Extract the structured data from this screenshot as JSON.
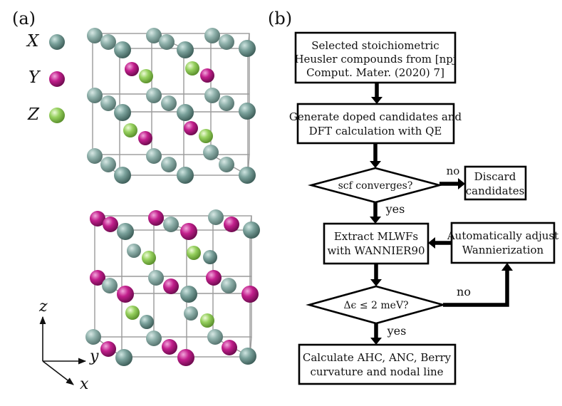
{
  "panel_labels": {
    "a": "(a)",
    "b": "(b)"
  },
  "legend": [
    {
      "symbol": "X",
      "color": "#5f8a84",
      "highlight": "#a9ccc6"
    },
    {
      "symbol": "Y",
      "color": "#b0187e",
      "highlight": "#e27cc5"
    },
    {
      "symbol": "Z",
      "color": "#7fc24a",
      "highlight": "#d3f0ac"
    }
  ],
  "axes": {
    "z": "z",
    "y": "y",
    "x": "x"
  },
  "flowchart": {
    "start_box": {
      "line1": "Selected stoichiometric",
      "line2": "Heusler compounds from [npj",
      "line3": "Comput. Mater. (2020) 7]"
    },
    "generate_box": {
      "line1": "Generate doped candidates and",
      "line2": "DFT calculation with QE"
    },
    "scf_decision": "scf converges?",
    "discard_box": {
      "line1": "Discard",
      "line2": "candidates"
    },
    "no_label_1": "no",
    "yes_label_1": "yes",
    "extract_box": {
      "line1": "Extract MLWFs",
      "line2": "with WANNIER90"
    },
    "adjust_box": {
      "line1": "Automatically adjust",
      "line2": "Wannierization"
    },
    "energy_decision": "Δϵ ≤ 2 meV?",
    "no_label_2": "no",
    "yes_label_2": "yes",
    "final_box": {
      "line1": "Calculate AHC, ANC, Berry",
      "line2": "curvature and nodal line"
    }
  }
}
